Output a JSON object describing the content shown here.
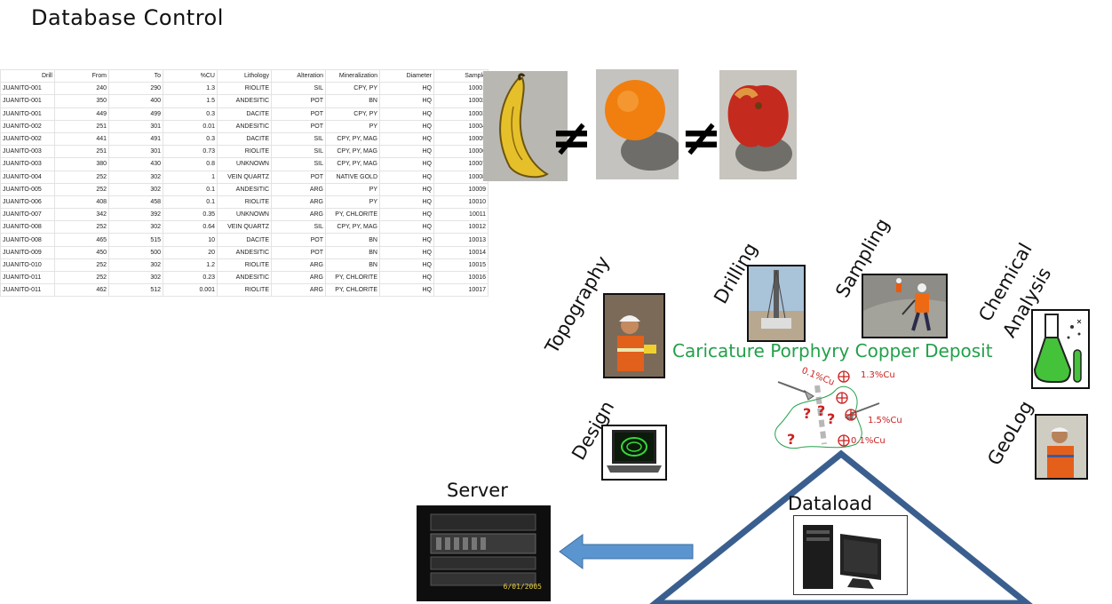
{
  "title": "Database Control",
  "table": {
    "headers": [
      "Drill",
      "From",
      "To",
      "%CU",
      "Lithology",
      "Alteration",
      "Mineralization",
      "Diameter",
      "Sample"
    ],
    "rows": [
      [
        "JUANITO-001",
        "240",
        "290",
        "1.3",
        "RIOLITE",
        "SIL",
        "CPY, PY",
        "HQ",
        "10001"
      ],
      [
        "JUANITO-001",
        "350",
        "400",
        "1.5",
        "ANDESITIC",
        "POT",
        "BN",
        "HQ",
        "10002"
      ],
      [
        "JUANITO-001",
        "449",
        "499",
        "0.3",
        "DACITE",
        "POT",
        "CPY, PY",
        "HQ",
        "10003"
      ],
      [
        "JUANITO-002",
        "251",
        "301",
        "0.01",
        "ANDESITIC",
        "POT",
        "PY",
        "HQ",
        "10004"
      ],
      [
        "JUANITO-002",
        "441",
        "491",
        "0.3",
        "DACITE",
        "SIL",
        "CPY, PY, MAG",
        "HQ",
        "10005"
      ],
      [
        "JUANITO-003",
        "251",
        "301",
        "0.73",
        "RIOLITE",
        "SIL",
        "CPY, PY, MAG",
        "HQ",
        "10006"
      ],
      [
        "JUANITO-003",
        "380",
        "430",
        "0.8",
        "UNKNOWN",
        "SIL",
        "CPY, PY, MAG",
        "HQ",
        "10007"
      ],
      [
        "JUANITO-004",
        "252",
        "302",
        "1",
        "VEIN QUARTZ",
        "POT",
        "NATIVE GOLD",
        "HQ",
        "10008"
      ],
      [
        "JUANITO-005",
        "252",
        "302",
        "0.1",
        "ANDESITIC",
        "ARG",
        "PY",
        "HQ",
        "10009"
      ],
      [
        "JUANITO-006",
        "408",
        "458",
        "0.1",
        "RIOLITE",
        "ARG",
        "PY",
        "HQ",
        "10010"
      ],
      [
        "JUANITO-007",
        "342",
        "392",
        "0.35",
        "UNKNOWN",
        "ARG",
        "PY, CHLORITE",
        "HQ",
        "10011"
      ],
      [
        "JUANITO-008",
        "252",
        "302",
        "0.64",
        "VEIN QUARTZ",
        "SIL",
        "CPY, PY, MAG",
        "HQ",
        "10012"
      ],
      [
        "JUANITO-008",
        "465",
        "515",
        "10",
        "DACITE",
        "POT",
        "BN",
        "HQ",
        "10013"
      ],
      [
        "JUANITO-009",
        "450",
        "500",
        "20",
        "ANDESITIC",
        "POT",
        "BN",
        "HQ",
        "10014"
      ],
      [
        "JUANITO-010",
        "252",
        "302",
        "1.2",
        "RIOLITE",
        "ARG",
        "BN",
        "HQ",
        "10015"
      ],
      [
        "JUANITO-011",
        "252",
        "302",
        "0.23",
        "ANDESITIC",
        "ARG",
        "PY, CHLORITE",
        "HQ",
        "10016"
      ],
      [
        "JUANITO-011",
        "462",
        "512",
        "0.001",
        "RIOLITE",
        "ARG",
        "PY, CHLORITE",
        "HQ",
        "10017"
      ]
    ]
  },
  "labels": {
    "topography": "Topography",
    "drilling": "Drilling",
    "sampling": "Sampling",
    "chemical_line1": "Chemical",
    "chemical_line2": "Analysis",
    "design": "Design",
    "geolog": "GeoLog",
    "server": "Server",
    "dataload": "Dataload"
  },
  "deposit": {
    "title": "Caricature Porphyry Copper Deposit",
    "grades": [
      "0.1%Cu",
      "1.3%Cu",
      "1.5%Cu",
      "0.1%Cu"
    ],
    "unknown_mark": "?"
  },
  "server_photo_date": "6/01/2005",
  "colors": {
    "title_green": "#22a04a",
    "grade_red": "#cc1f1f",
    "triangle_blue": "#3a5f8f",
    "arrow_blue": "#5b95cf"
  }
}
